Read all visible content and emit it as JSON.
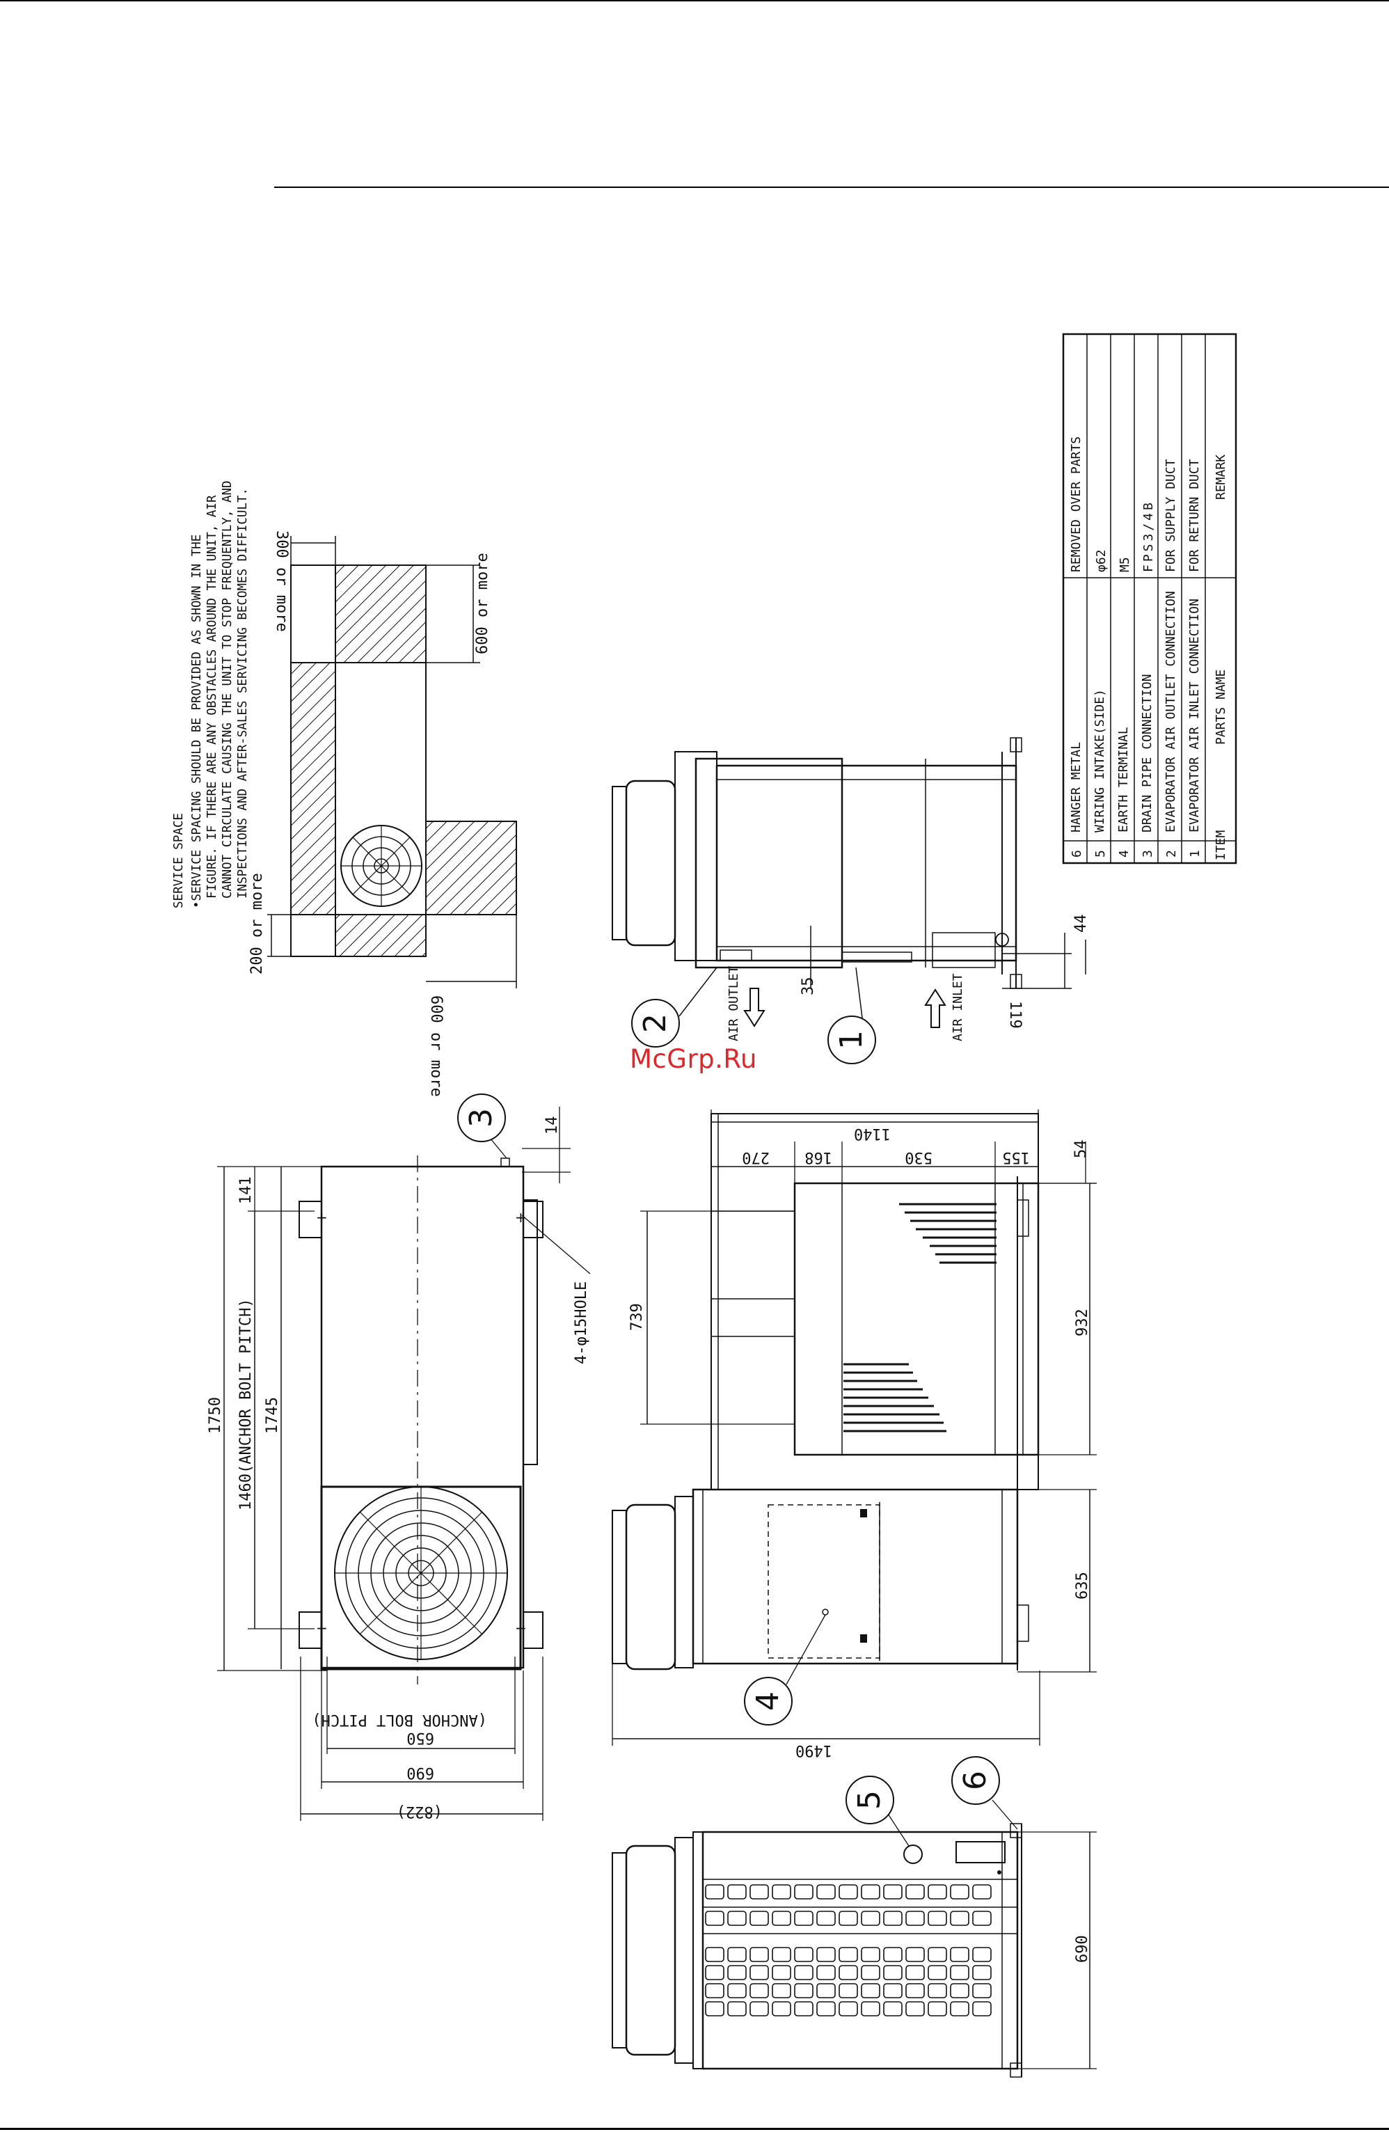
{
  "watermark": "McGrp.Ru",
  "service_space": {
    "title": "SERVICE SPACE",
    "note_lines": [
      "•SERVICE SPACING SHOULD BE PROVIDED AS SHOWN IN THE",
      "FIGURE. IF THERE ARE ANY OBSTACLES AROUND THE UNIT, AIR",
      "CANNOT CIRCULATE CAUSING THE UNIT TO STOP FREQUENTLY, AND",
      "INSPECTIONS AND AFTER-SALES SERVICING BECOMES DIFFICULT."
    ],
    "dims": {
      "top": "300 or more",
      "right": "600 or more",
      "bottom": "600 or more",
      "left": "200 or more"
    }
  },
  "parts_table": {
    "headers": {
      "item": "ITEM",
      "name": "PARTS NAME",
      "remark": "REMARK"
    },
    "rows": [
      {
        "item": "6",
        "name": "HANGER METAL",
        "remark": "REMOVED OVER PARTS"
      },
      {
        "item": "5",
        "name": "WIRING INTAKE(SIDE)",
        "remark": "φ62"
      },
      {
        "item": "4",
        "name": "EARTH TERMINAL",
        "remark": "M5"
      },
      {
        "item": "3",
        "name": "DRAIN PIPE CONNECTION",
        "remark": "FPS3/4B"
      },
      {
        "item": "2",
        "name": "EVAPORATOR AIR OUTLET CONNECTION",
        "remark": "FOR SUPPLY DUCT"
      },
      {
        "item": "1",
        "name": "EVAPORATOR AIR INLET CONNECTION",
        "remark": "FOR RETURN DUCT"
      }
    ]
  },
  "side_view": {
    "air_outlet": "AIR OUTLET",
    "air_inlet": "AIR INLET",
    "dim_35": "35",
    "dim_44": "44",
    "dim_119": "119",
    "callout_1": "1",
    "callout_2": "2"
  },
  "top_view": {
    "dim_1750": "1750",
    "dim_1460": "1460(ANCHOR BOLT PITCH)",
    "dim_1745": "1745",
    "dim_141": "141",
    "dim_650": "650",
    "dim_650_note": "(ANCHOR BOLT PITCH)",
    "dim_690": "690",
    "dim_822": "(822)",
    "dim_14": "14",
    "hole_label": "4-φ15HOLE",
    "callout_3": "3"
  },
  "front_view": {
    "dim_1140": "1140",
    "dim_270": "270",
    "dim_168": "168",
    "dim_530": "530",
    "dim_155": "155",
    "dim_54": "54",
    "dim_739": "739",
    "dim_932": "932",
    "dim_635": "635",
    "dim_1490": "1490",
    "callout_4": "4"
  },
  "end_view": {
    "dim_690": "690",
    "callout_5": "5",
    "callout_6": "6"
  }
}
